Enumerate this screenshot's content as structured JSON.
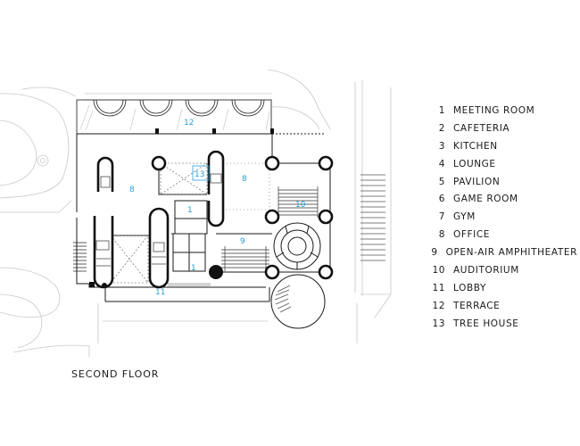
{
  "plan": {
    "title": "SECOND FLOOR",
    "label_color": "#2a9fd6",
    "line_color": "#1a1a1a",
    "site_line_color": "#c8c8c8",
    "room_labels": [
      "12",
      "13",
      "8",
      "8",
      "10",
      "1",
      "9",
      "1",
      "11"
    ]
  },
  "legend": [
    {
      "num": "1",
      "label": "MEETING ROOM"
    },
    {
      "num": "2",
      "label": "CAFETERIA"
    },
    {
      "num": "3",
      "label": "KITCHEN"
    },
    {
      "num": "4",
      "label": "LOUNGE"
    },
    {
      "num": "5",
      "label": "PAVILION"
    },
    {
      "num": "6",
      "label": "GAME ROOM"
    },
    {
      "num": "7",
      "label": "GYM"
    },
    {
      "num": "8",
      "label": "OFFICE"
    },
    {
      "num": "9",
      "label": "OPEN-AIR AMPHITHEATER"
    },
    {
      "num": "10",
      "label": "AUDITORIUM"
    },
    {
      "num": "11",
      "label": "LOBBY"
    },
    {
      "num": "12",
      "label": "TERRACE"
    },
    {
      "num": "13",
      "label": "TREE HOUSE"
    }
  ]
}
